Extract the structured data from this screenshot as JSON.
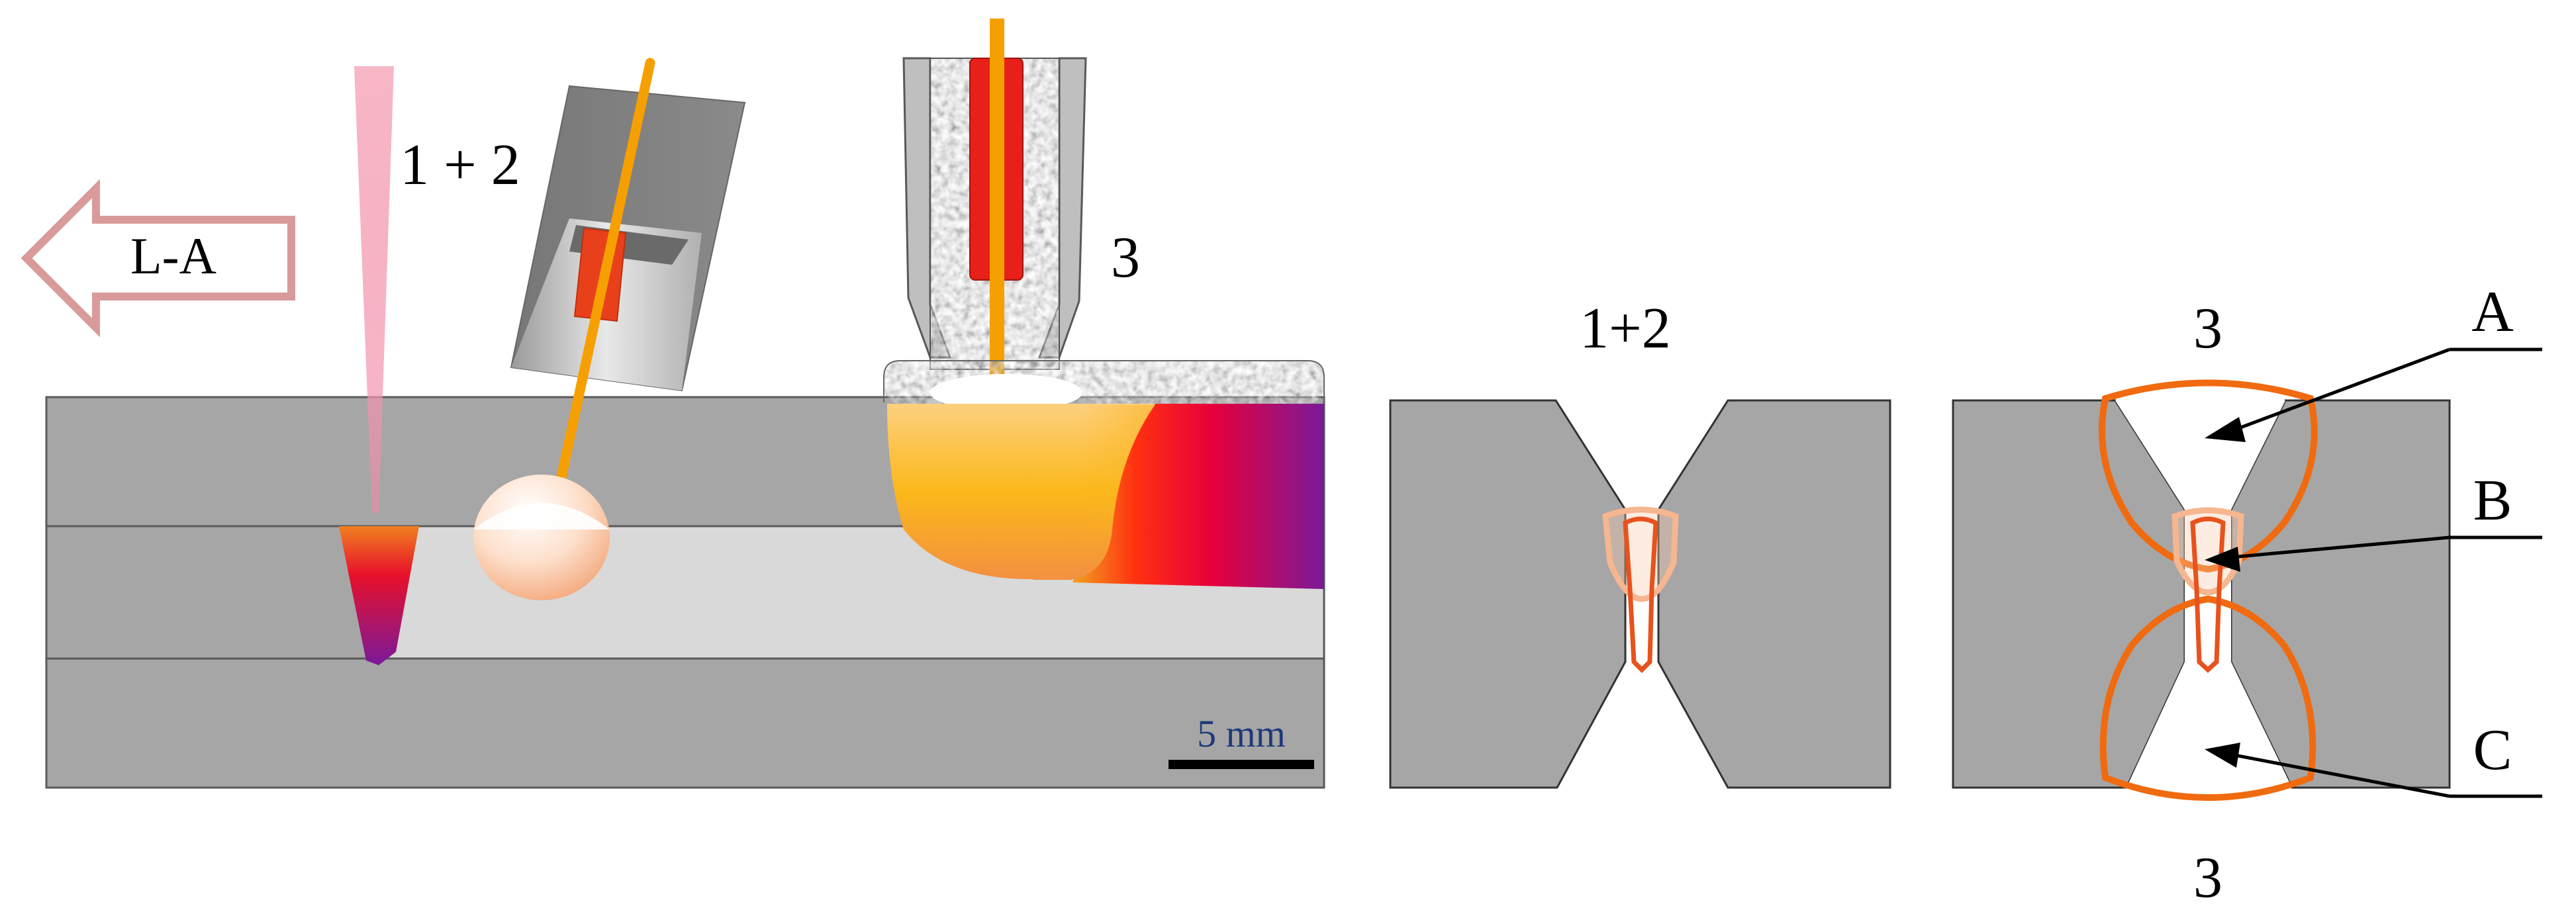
{
  "colors": {
    "plate": "#a6a6a6",
    "plate_light": "#d9d9d9",
    "flux": "#9a9a9a",
    "weld_orange": "#f07020",
    "arrow_pink": "#d99a9a",
    "scale_text": "#1f3a7a"
  },
  "left_panel": {
    "direction_label": "L-A",
    "process_label_12": "1 + 2",
    "process_label_3": "3",
    "scale_label": "5 mm"
  },
  "middle_panel": {
    "label": "1+2"
  },
  "right_panel": {
    "label_top": "3",
    "label_bottom": "3",
    "callout_a": "A",
    "callout_b": "B",
    "callout_c": "C"
  }
}
